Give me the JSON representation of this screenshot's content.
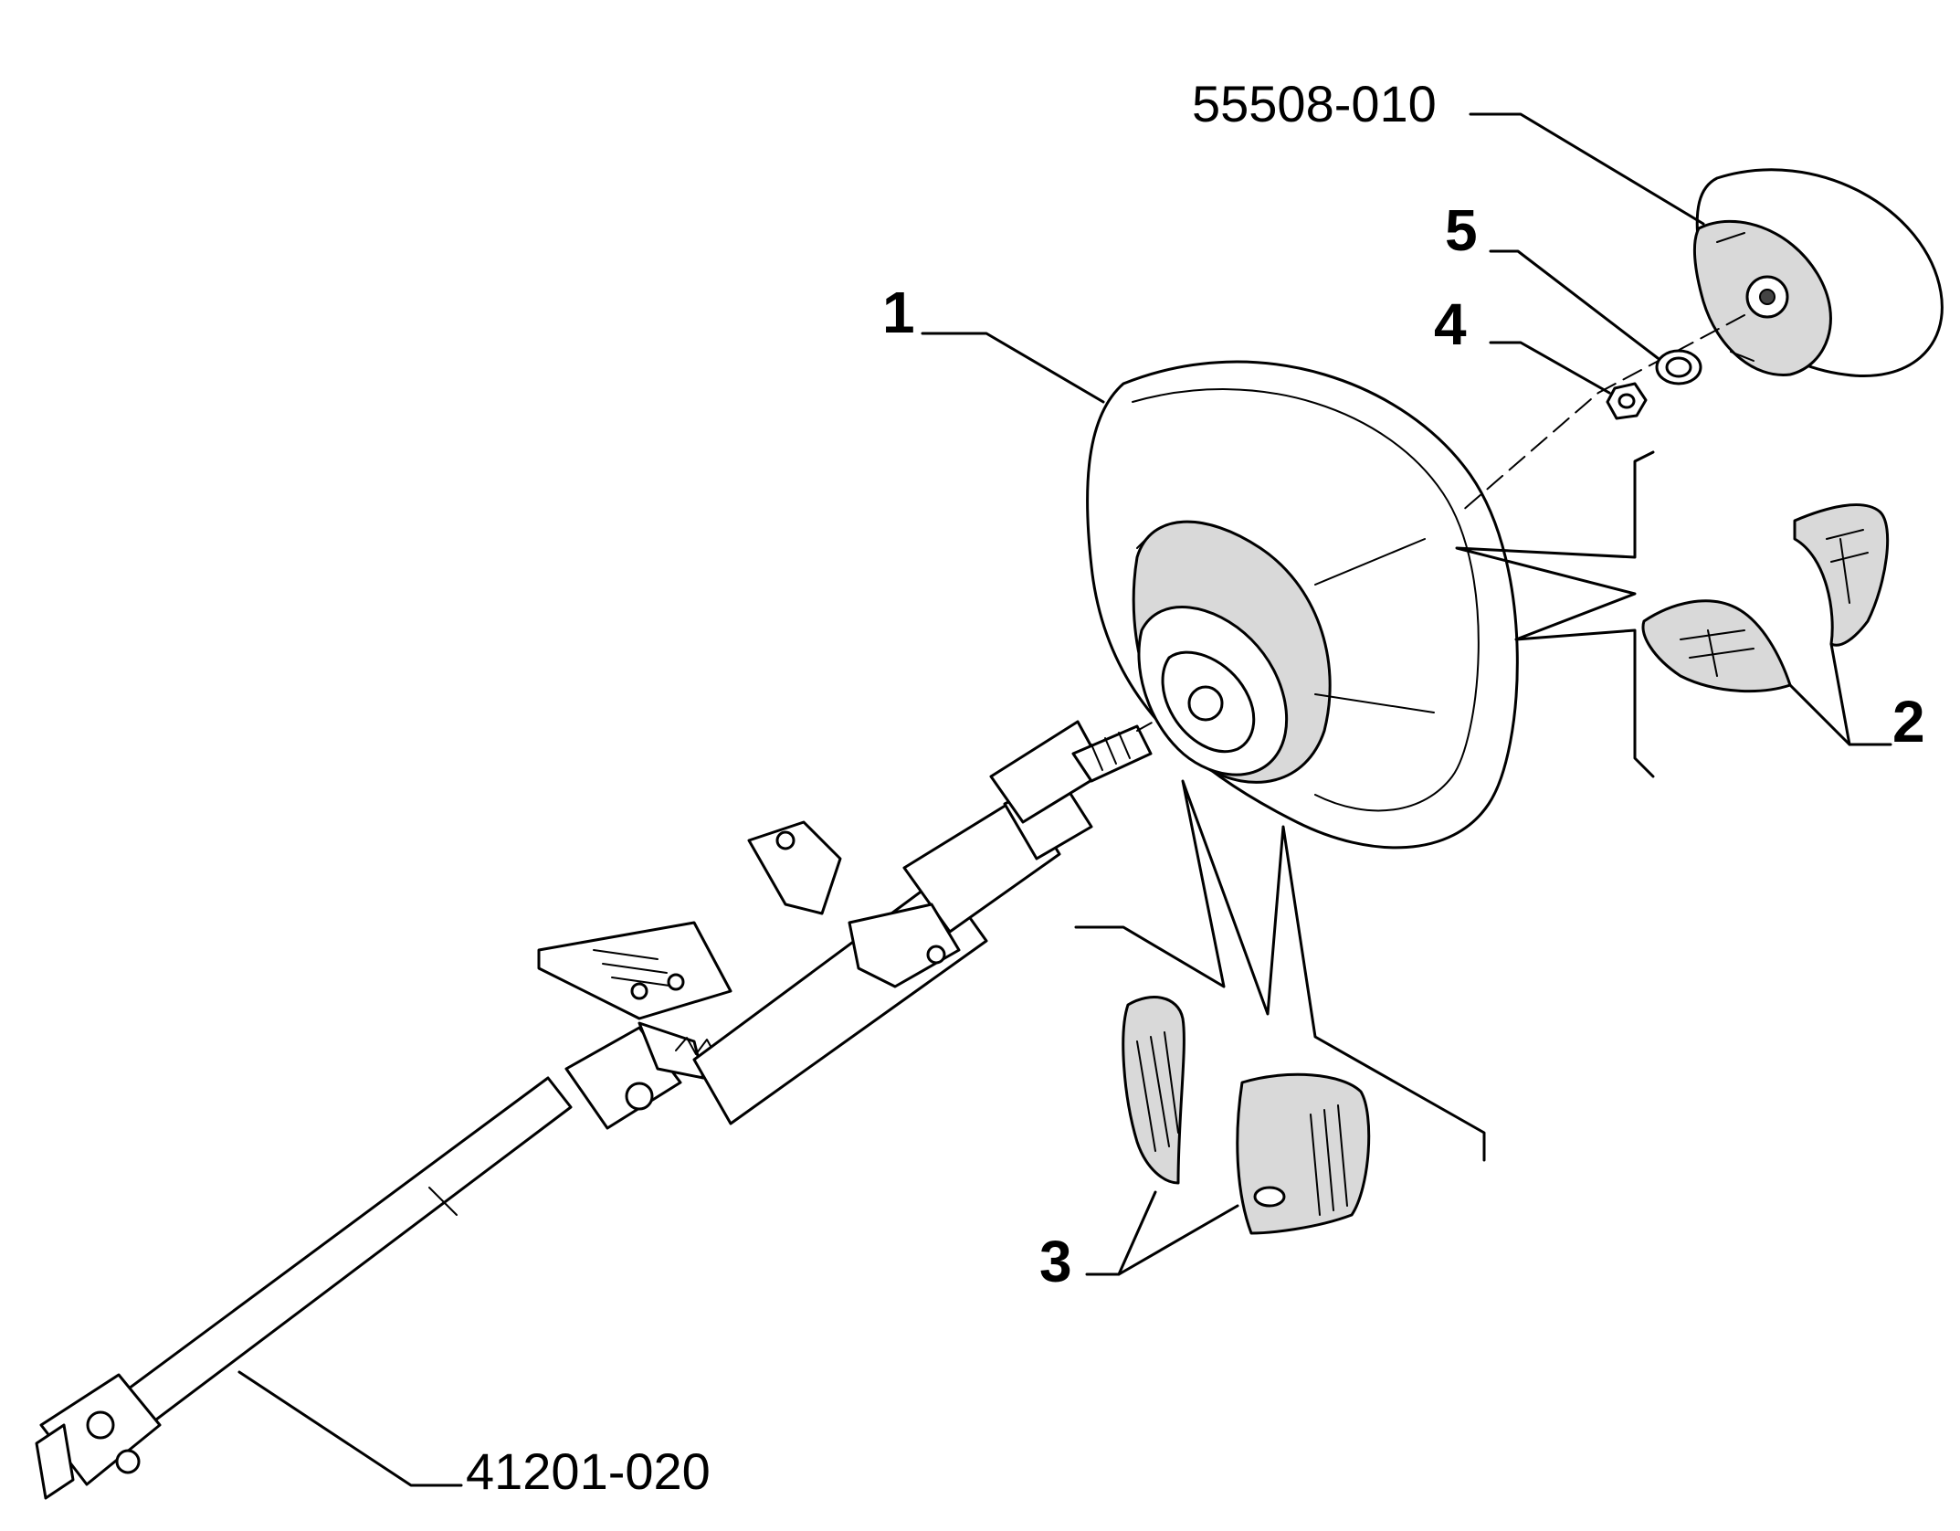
{
  "callouts": {
    "airbag_part_no": "55508-010",
    "column_part_no": "41201-020",
    "wheel": "1",
    "switch_covers": "2",
    "paddles": "3",
    "nut": "4",
    "washer": "5"
  },
  "colors": {
    "line": "#000000",
    "background": "#ffffff",
    "shade": "#d9d9d9"
  }
}
